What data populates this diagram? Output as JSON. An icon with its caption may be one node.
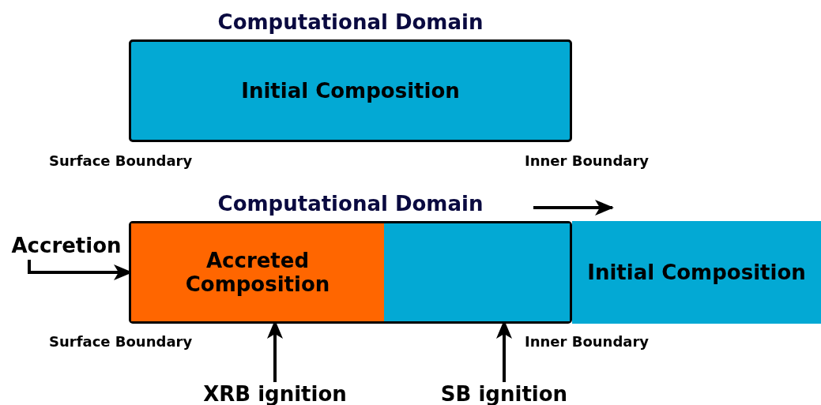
{
  "diagram": {
    "nodes": [
      {
        "text": [
          "Computational Domain",
          "Initial Composition"
        ]
      },
      {
        "text": [
          "Computational Domain"
        ]
      },
      {
        "text": [
          "Accreted Composition"
        ],
        "in": 1
      },
      {
        "text": [],
        "shape": "box",
        "in": 1
      },
      {
        "text": [
          "Initial Composition"
        ]
      },
      {
        "text": [
          "Accretion"
        ]
      },
      {
        "text": [
          "XRB ignition"
        ]
      },
      {
        "text": [
          "SB ignition"
        ]
      }
    ],
    "edges": [
      {
        "from": 5,
        "to": 1,
        "arrow": "to"
      },
      {
        "from": 6,
        "to": 2,
        "arrow": "to"
      },
      {
        "from": 7,
        "to": 3,
        "arrow": "to"
      }
    ],
    "labels": [
      "Surface Boundary",
      "Inner Boundary",
      "Surface Boundary",
      "Inner Boundary"
    ]
  }
}
